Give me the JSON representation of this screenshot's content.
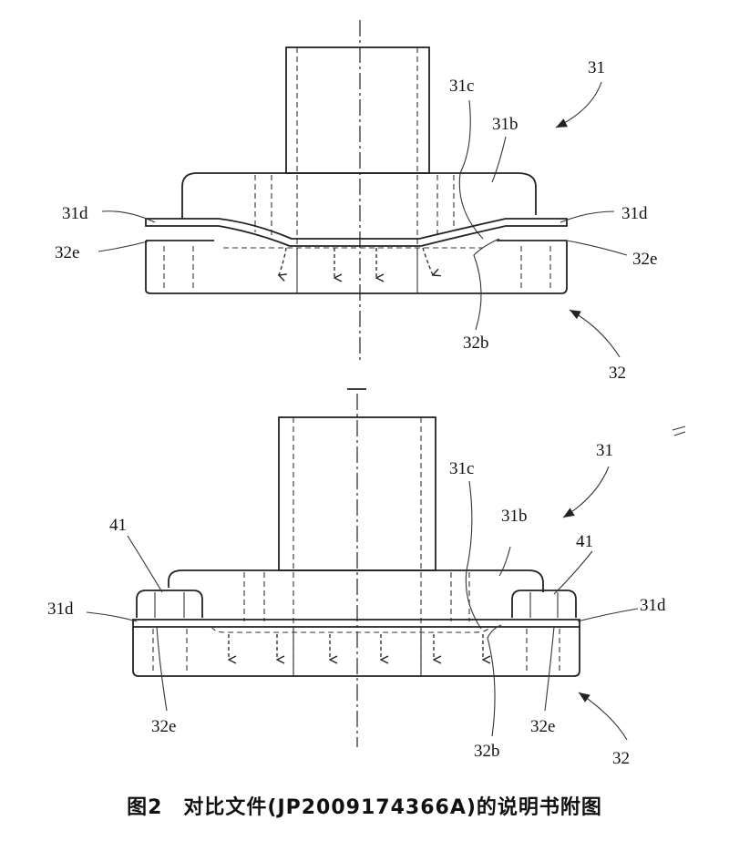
{
  "top_view": {
    "labels": {
      "part_31": "31",
      "part_31c": "31c",
      "part_31b": "31b",
      "part_31d_left": "31d",
      "part_31d_right": "31d",
      "part_32e_left": "32e",
      "part_32e_right": "32e",
      "part_32b": "32b",
      "part_32": "32"
    }
  },
  "bottom_view": {
    "labels": {
      "part_31": "31",
      "part_31c": "31c",
      "part_31b": "31b",
      "part_41_left": "41",
      "part_41_right": "41",
      "part_31d_left": "31d",
      "part_31d_right": "31d",
      "part_32e_left": "32e",
      "part_32e_right": "32e",
      "part_32b": "32b",
      "part_32": "32"
    }
  },
  "caption": "图2　对比文件(JP2009174366A)的说明书附图"
}
